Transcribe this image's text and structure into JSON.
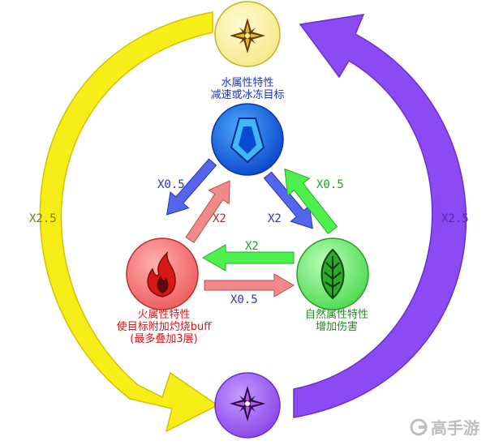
{
  "diagram": {
    "water": {
      "name": "水属性特性",
      "desc": "减速或冰冻目标",
      "color": "#1a33c4"
    },
    "fire": {
      "name": "火属性特性",
      "desc": "使目标附加灼烧buff",
      "note": "(最多叠加3层)",
      "color": "#d8141a"
    },
    "nature": {
      "name": "自然属性特性",
      "desc": "增加伤害",
      "color": "#1c8a1c"
    },
    "multipliers": {
      "water_to_fire": "X0.5",
      "fire_to_water": "X2",
      "water_to_nature": "X2",
      "nature_to_water": "X0.5",
      "nature_to_fire": "X2",
      "fire_to_nature": "X0.5",
      "light_to_dark": "X2.5",
      "dark_to_light": "X2.5"
    },
    "icons": {
      "top": "light-star-icon",
      "bottom": "dark-star-icon",
      "water": "water-crystal-icon",
      "fire": "flame-icon",
      "nature": "leaf-icon"
    }
  },
  "watermark": {
    "text": "高手游"
  },
  "colors": {
    "yellow": "#f7ee18",
    "purple": "#8c4af4",
    "blue_arrow": "#5566ee",
    "red_arrow": "#f08a8a",
    "green_arrow": "#4ef04e"
  }
}
